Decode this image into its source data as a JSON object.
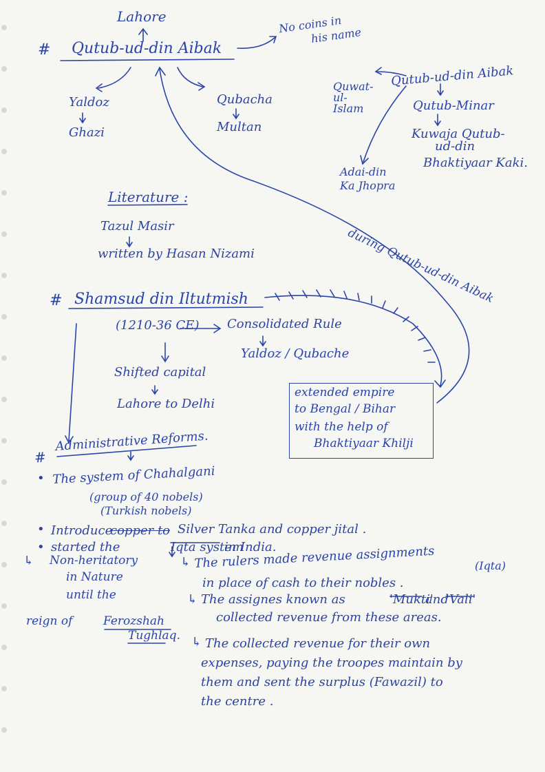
{
  "aibak": {
    "hash": "#",
    "lahore": "Lahore",
    "title": "Qutub-ud-din Aibak",
    "no_coins": "No coins in",
    "his_name": "his name",
    "yaldoz": "Yaldoz",
    "ghazi": "Ghazi",
    "qubacha": "Qubacha",
    "multan": "Multan"
  },
  "monuments": {
    "builder": "Qutub-ud-din Aibak",
    "quwat_1": "Quwat-",
    "quwat_2": "ul-",
    "quwat_3": "Islam",
    "minar": "Qutub-Minar",
    "kuwaja_1": "Kuwaja Qutub-",
    "kuwaja_2": "ud-din",
    "kuwaja_3": "Bhaktiyaar Kaki.",
    "adai_1": "Adai-din",
    "adai_2": "Ka Jhopra",
    "during": "during Qutub-ud-din Aibak"
  },
  "literature": {
    "heading": "Literature :",
    "work": "Tazul Masir",
    "author": "written by Hasan Nizami"
  },
  "iltutmish": {
    "hash": "#",
    "title": "Shamsud din Iltutmish",
    "years": "(1210-36 CE)",
    "consolidated": "Consolidated Rule",
    "rivals": "Yaldoz / Qubache",
    "shifted_1": "Shifted capital",
    "shifted_2": "Lahore to Delhi",
    "extended_1": "extended empire",
    "extended_2": "to Bengal / Bihar",
    "extended_3": "with the help of",
    "extended_4": "Bhaktiyaar Khilji"
  },
  "reforms": {
    "hash": "#",
    "heading": "Administrative Reforms.",
    "b1_line1": "The system of Chahalgani",
    "b1_line2": "(group of 40 nobels)",
    "b1_line3": "(Turkish nobels)",
    "b2_intro": "Introduce",
    "b2_struck": "copper to",
    "b2_rest": "Silver Tanka and copper jital .",
    "b3_start": "started the",
    "b3_iqta": "Iqta system",
    "b3_end": "in India.",
    "sub1_a": "The rulers made revenue assignments",
    "sub1_iqta": "(Iqta)",
    "sub1_b": "in place of cash to their nobles .",
    "sub2_a": "The assignes known as",
    "sub2_mukti": "'Mukti'",
    "sub2_and": "and",
    "sub2_vali": "'Vali'",
    "sub2_b": "collected revenue from these areas.",
    "sub3_a": "The collected revenue for their own",
    "sub3_b": "expenses, paying the troopes maintain by",
    "sub3_c": "them and sent the surplus (Fawazil) to",
    "sub3_d": "the centre .",
    "side_arrow": "↳",
    "side_1": "Non-heritatory",
    "side_2": "in Nature",
    "side_3": "until the",
    "side_4": "reign of",
    "side_5": "Ferozshah",
    "side_6": "Tughlaq."
  }
}
